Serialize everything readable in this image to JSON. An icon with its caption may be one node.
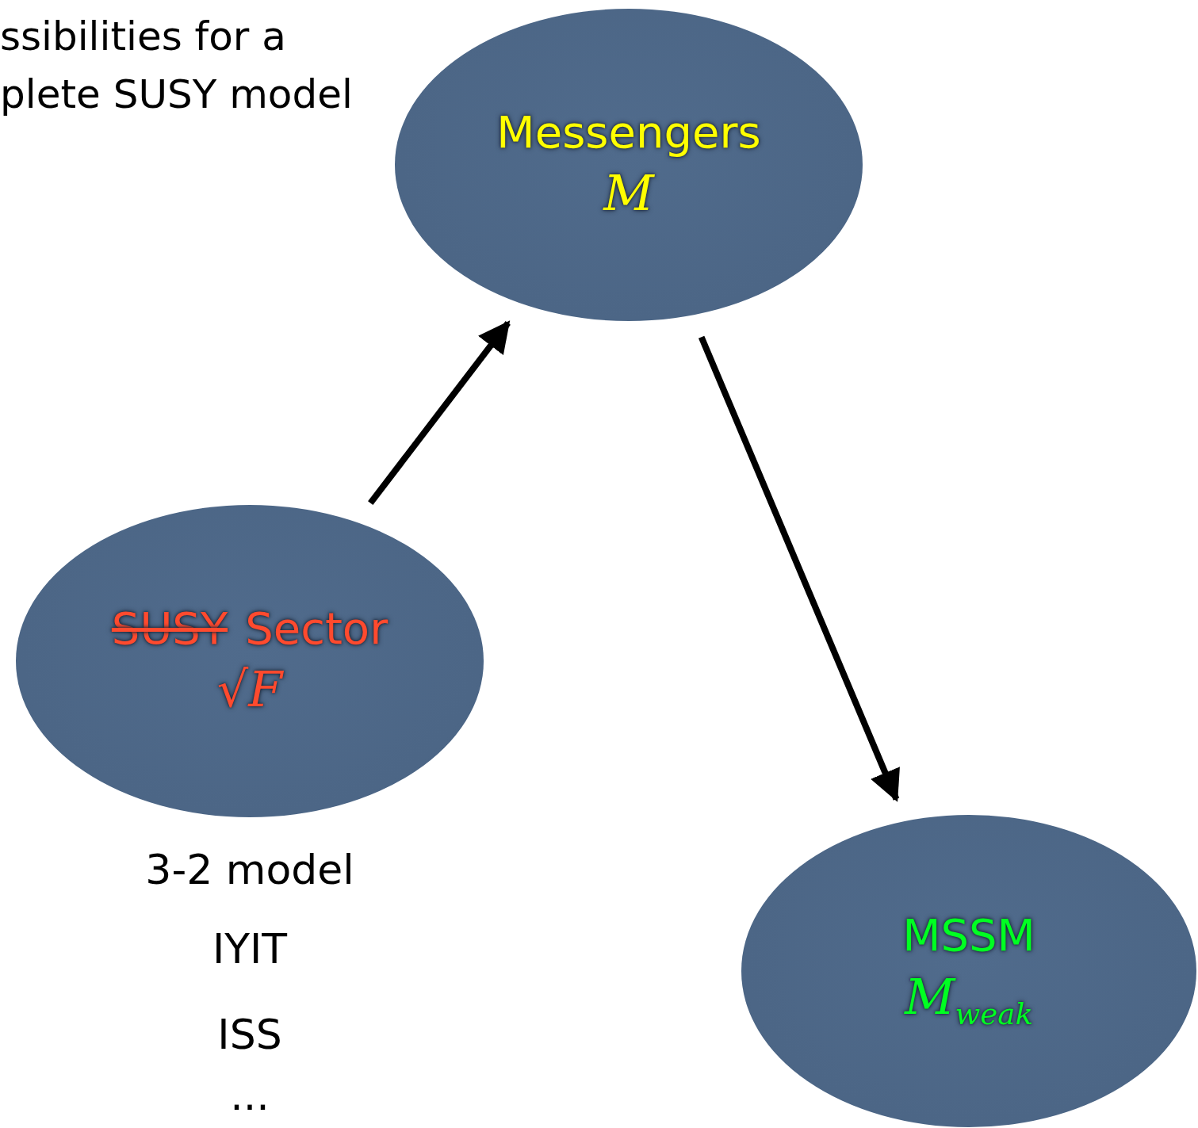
{
  "diagram": {
    "nodes": [
      {
        "text": [
          "Messengers",
          "M"
        ]
      },
      {
        "text": [
          "SUSY",
          "Sector",
          "√F"
        ]
      },
      {
        "text": [
          "MSSM",
          "M$_{weak}$"
        ]
      }
    ],
    "edges": [
      {
        "from": 1,
        "to": 0,
        "arrow": "to"
      },
      {
        "from": 0,
        "to": 2,
        "arrow": "to"
      }
    ],
    "labels": [
      "ssibilities for a plete SUSY model",
      "3-2 model",
      "IYIT",
      "ISS",
      "..."
    ]
  }
}
